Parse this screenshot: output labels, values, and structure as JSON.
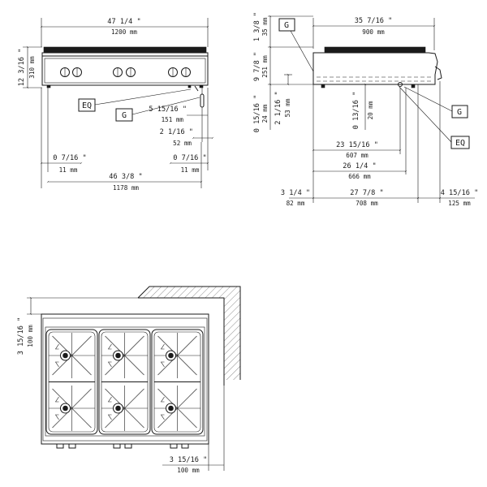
{
  "front_view": {
    "width_in": "47 1/4 \"",
    "width_mm": "1200 mm",
    "height_in": "12 3/16 \"",
    "height_mm": "310 mm",
    "eq_label": "EQ",
    "g_label": "G",
    "gas_offset_in": "5 15/16 \"",
    "gas_offset_mm": "151 mm",
    "gas_depth_in": "2 1/16 \"",
    "gas_depth_mm": "52 mm",
    "left_margin_in": "0 7/16 \"",
    "left_margin_mm": "11 mm",
    "right_margin_in": "0 7/16 \"",
    "right_margin_mm": "11 mm",
    "inner_width_in": "46 3/8 \"",
    "inner_width_mm": "1178 mm",
    "knob_count": 6
  },
  "side_view": {
    "g_top_label": "G",
    "depth_in": "35 7/16 \"",
    "depth_mm": "900 mm",
    "top_in": "1 3/8 \"",
    "top_mm": "35 mm",
    "body_in": "9 7/8 \"",
    "body_mm": "251 mm",
    "feet_in": "0 15/16 \"",
    "feet_mm": "24 mm",
    "gas_h_in": "2 1/16 \"",
    "gas_h_mm": "53 mm",
    "gas_c_in": "0 13/16 \"",
    "gas_c_mm": "20 mm",
    "g_right_label": "G",
    "eq_right_label": "EQ",
    "d1_in": "23 15/16 \"",
    "d1_mm": "607 mm",
    "d2_in": "26 1/4 \"",
    "d2_mm": "666 mm",
    "front_in": "3 1/4 \"",
    "front_mm": "82 mm",
    "mid_in": "27 7/8 \"",
    "mid_mm": "708 mm",
    "rear_in": "4 15/16 \"",
    "rear_mm": "125 mm"
  },
  "top_view": {
    "rear_clear_in": "3 15/16 \"",
    "rear_clear_mm": "100 mm",
    "side_clear_in": "3 15/16 \"",
    "side_clear_mm": "100 mm",
    "burner_count": 6
  }
}
